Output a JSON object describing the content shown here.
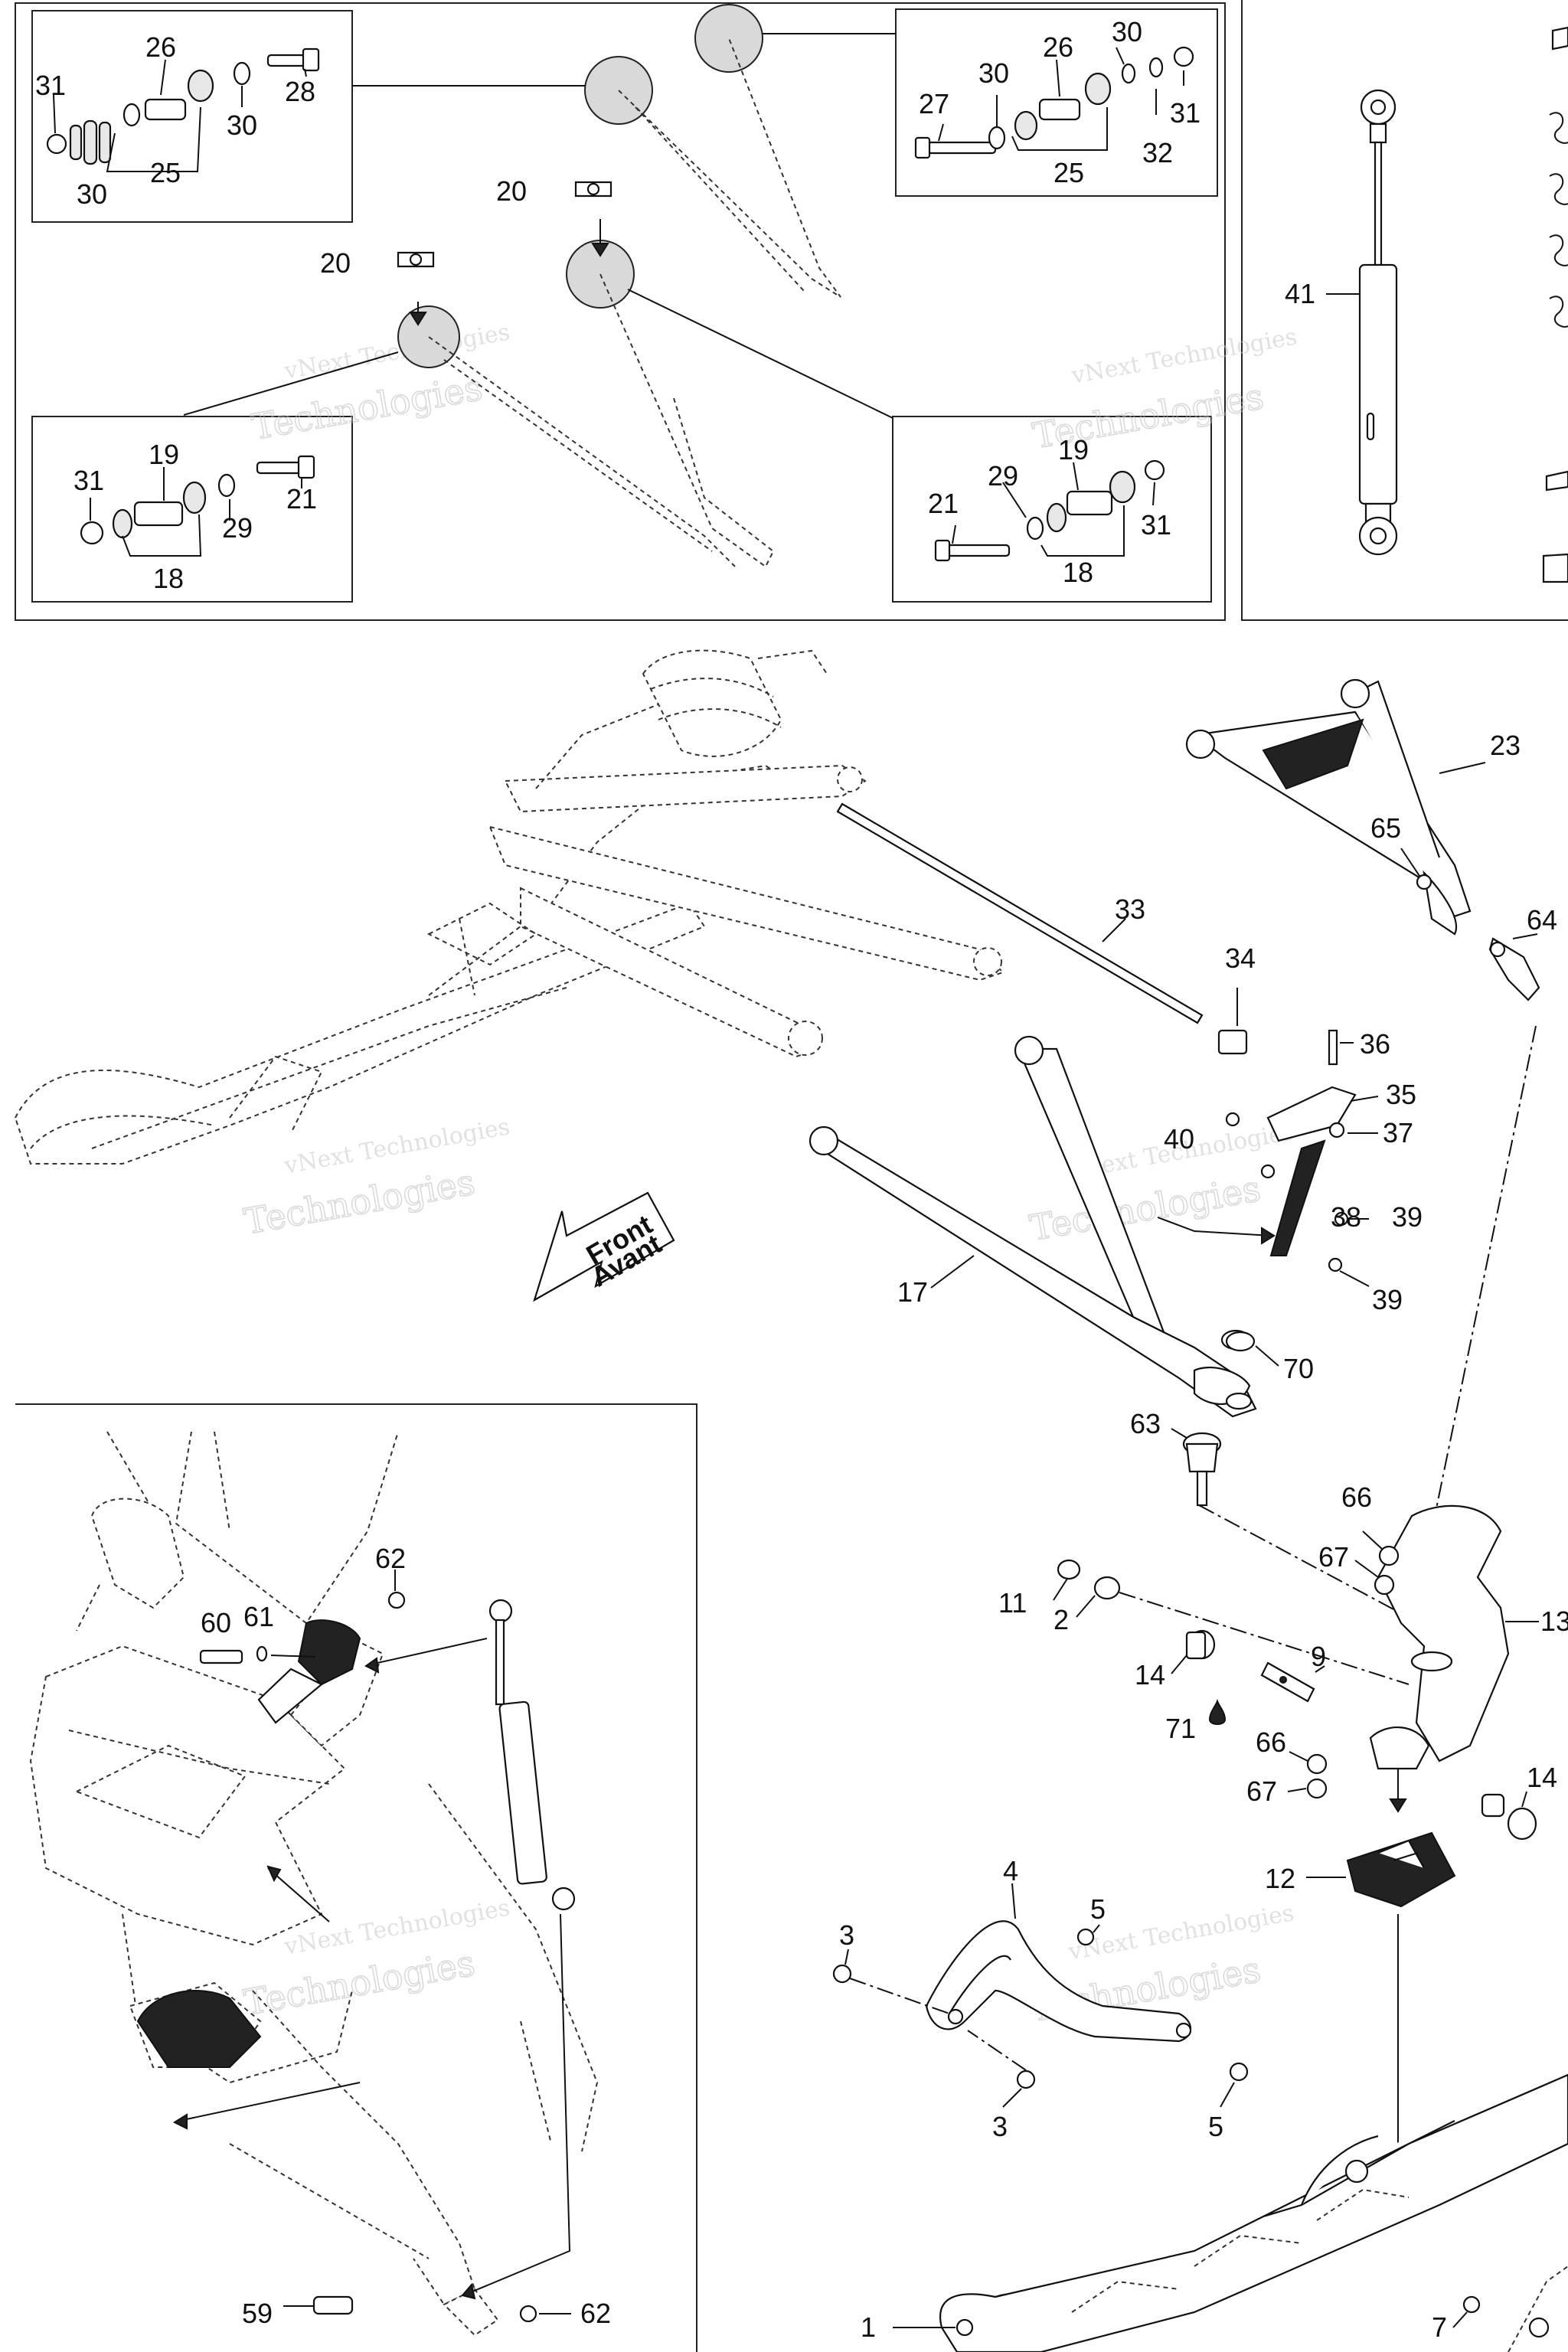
{
  "diagram": {
    "front_label": [
      "Front",
      "Avant"
    ],
    "watermark": {
      "line1": "vNext Technologies",
      "line2": "Technologies"
    },
    "callouts": [
      "1",
      "2",
      "3",
      "4",
      "5",
      "7",
      "9",
      "11",
      "12",
      "13",
      "14",
      "17",
      "18",
      "19",
      "20",
      "21",
      "23",
      "25",
      "26",
      "27",
      "28",
      "29",
      "30",
      "31",
      "32",
      "33",
      "34",
      "35",
      "36",
      "37",
      "38",
      "39",
      "40",
      "41",
      "59",
      "60",
      "61",
      "62",
      "63",
      "64",
      "65",
      "66",
      "67",
      "70",
      "71"
    ]
  }
}
